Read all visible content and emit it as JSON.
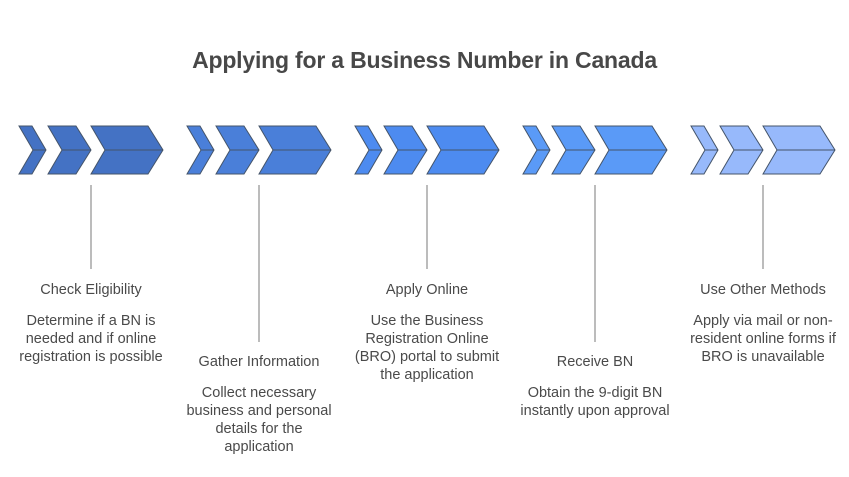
{
  "title": "Applying for a Business Number in Canada",
  "colors": {
    "stroke": "#44546a",
    "connector": "#a6a6a6",
    "step_fills": [
      "#4472c4",
      "#4a7fd9",
      "#4d8bf0",
      "#5a9af7",
      "#97b9fb"
    ]
  },
  "steps": [
    {
      "label": "Check Eligibility",
      "description": "Determine if a BN is needed and if online registration is possible"
    },
    {
      "label": "Gather Information",
      "description": "Collect necessary business and personal details for the application"
    },
    {
      "label": "Apply Online",
      "description": "Use the Business Registration Online (BRO) portal to submit the application"
    },
    {
      "label": "Receive BN",
      "description": "Obtain the 9-digit BN instantly upon approval"
    },
    {
      "label": "Use Other Methods",
      "description": "Apply via mail or non-resident online forms if BRO is unavailable"
    }
  ]
}
